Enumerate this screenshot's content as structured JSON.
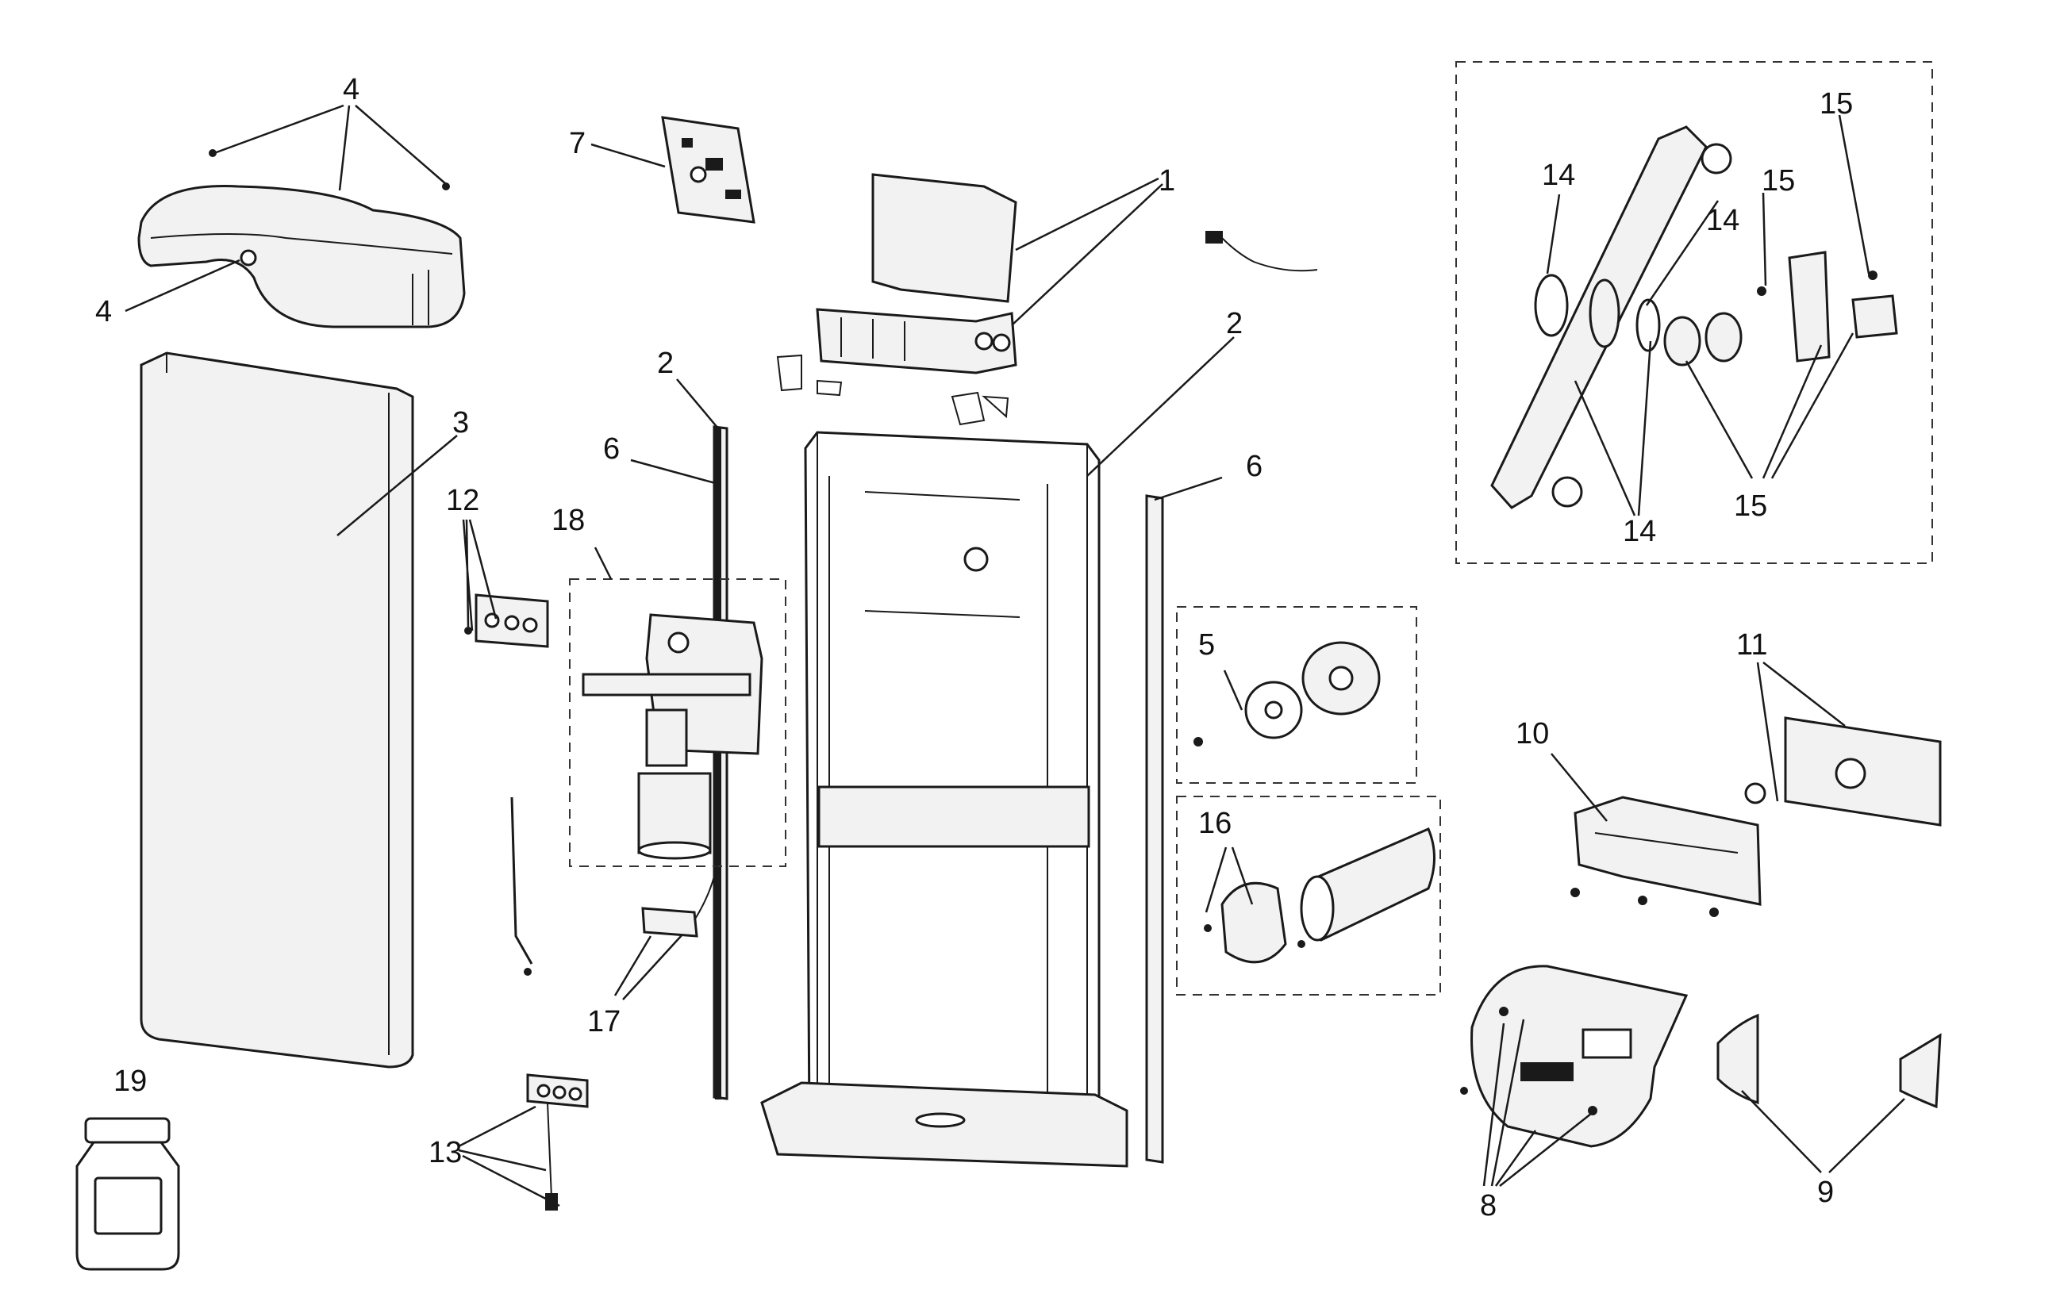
{
  "diagram": {
    "type": "exploded-parts-diagram",
    "callouts": [
      "1",
      "2",
      "2",
      "3",
      "4",
      "4",
      "5",
      "6",
      "6",
      "7",
      "8",
      "9",
      "10",
      "11",
      "12",
      "13",
      "14",
      "14",
      "14",
      "15",
      "15",
      "15",
      "16",
      "17",
      "18",
      "19"
    ],
    "labels": {
      "l1": "1",
      "l2a": "2",
      "l2b": "2",
      "l3": "3",
      "l4a": "4",
      "l4b": "4",
      "l5": "5",
      "l6a": "6",
      "l6b": "6",
      "l7": "7",
      "l8": "8",
      "l9": "9",
      "l10": "10",
      "l11": "11",
      "l12": "12",
      "l13": "13",
      "l14a": "14",
      "l14b": "14",
      "l14c": "14",
      "l15a": "15",
      "l15b": "15",
      "l15c": "15",
      "l16": "16",
      "l17": "17",
      "l18": "18",
      "l19": "19"
    }
  }
}
